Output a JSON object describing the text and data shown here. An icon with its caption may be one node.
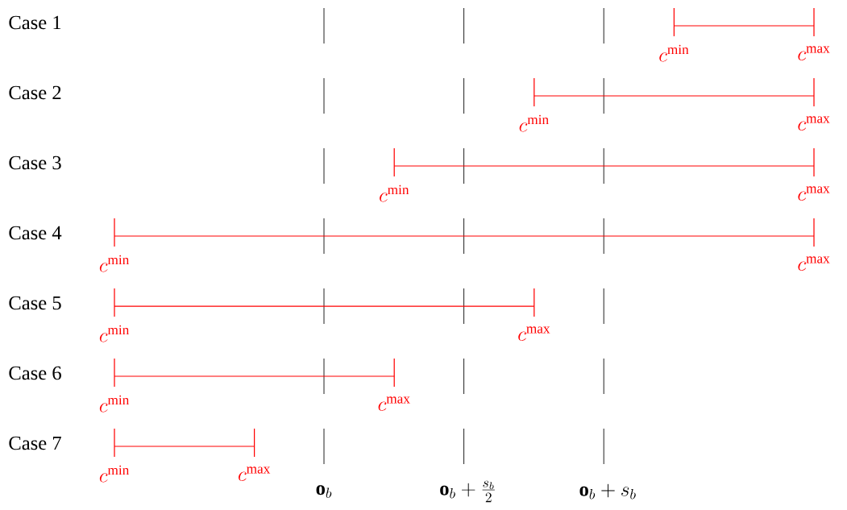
{
  "diagram": {
    "nodes": [
      {
        "text": [
          "c^{\\mathrm{min}}"
        ]
      },
      {
        "text": [
          "c^{\\mathrm{max}}"
        ]
      },
      {
        "text": [
          "c^{\\mathrm{min}}"
        ]
      },
      {
        "text": [
          "c^{\\mathrm{max}}"
        ]
      },
      {
        "text": [
          "c^{\\mathrm{min}}"
        ]
      },
      {
        "text": [
          "c^{\\mathrm{max}}"
        ]
      },
      {
        "text": [
          "c^{\\mathrm{min}}"
        ]
      },
      {
        "text": [
          "c^{\\mathrm{max}}"
        ]
      },
      {
        "text": [
          "c^{\\mathrm{min}}"
        ]
      },
      {
        "text": [
          "c^{\\mathrm{max}}"
        ]
      },
      {
        "text": [
          "c^{\\mathrm{min}}"
        ]
      },
      {
        "text": [
          "c^{\\mathrm{max}}"
        ]
      },
      {
        "text": [
          "c^{\\mathrm{min}}"
        ]
      },
      {
        "text": [
          "c^{\\mathrm{max}}"
        ]
      }
    ],
    "edges": [
      {
        "from": 0,
        "to": 1,
        "arrow": "none"
      },
      {
        "from": 2,
        "to": 3,
        "arrow": "none"
      },
      {
        "from": 4,
        "to": 5,
        "arrow": "none"
      },
      {
        "from": 6,
        "to": 7,
        "arrow": "none"
      },
      {
        "from": 8,
        "to": 9,
        "arrow": "none"
      },
      {
        "from": 10,
        "to": 11,
        "arrow": "none"
      },
      {
        "from": 12,
        "to": 13,
        "arrow": "none"
      }
    ],
    "labels": [
      "Case 1",
      "Case 2",
      "Case 3",
      "Case 4",
      "Case 5",
      "Case 6",
      "Case 7",
      "\\mathbf{o}_b",
      "\\mathbf{o}_b+\\frac{s_b}{2}",
      "\\mathbf{o}_b+s_b"
    ]
  }
}
